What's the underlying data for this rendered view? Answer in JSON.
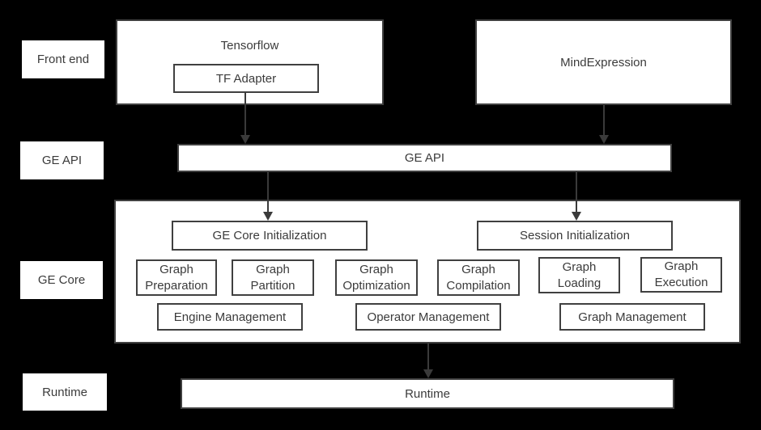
{
  "palette": {
    "background": "#000000",
    "box_fill": "#ffffff",
    "box_border": "#404040",
    "text_color": "#3b3b3b",
    "arrow_color": "#3a3a3a"
  },
  "side_labels": [
    {
      "label": "Front end"
    },
    {
      "label": "GE API"
    },
    {
      "label": "GE Core"
    },
    {
      "label": "Runtime"
    }
  ],
  "frontend_row": {
    "tensorflow_box": {
      "title": "Tensorflow",
      "adapter_label": "TF Adapter"
    },
    "mindexpression_box": {
      "title": "MindExpression"
    }
  },
  "ge_api_bar": {
    "label": "GE API"
  },
  "ge_core_box": {
    "init_boxes": [
      {
        "label": "GE Core Initialization"
      },
      {
        "label": "Session Initialization"
      }
    ],
    "stage_boxes": [
      {
        "label": "Graph Preparation"
      },
      {
        "label": "Graph Partition"
      },
      {
        "label": "Graph Optimization"
      },
      {
        "label": "Graph Compilation"
      },
      {
        "label": "Graph Loading"
      },
      {
        "label": "Graph Execution"
      }
    ],
    "management_boxes": [
      {
        "label": "Engine Management"
      },
      {
        "label": "Operator Management"
      },
      {
        "label": "Graph Management"
      }
    ]
  },
  "runtime_bar": {
    "label": "Runtime"
  }
}
